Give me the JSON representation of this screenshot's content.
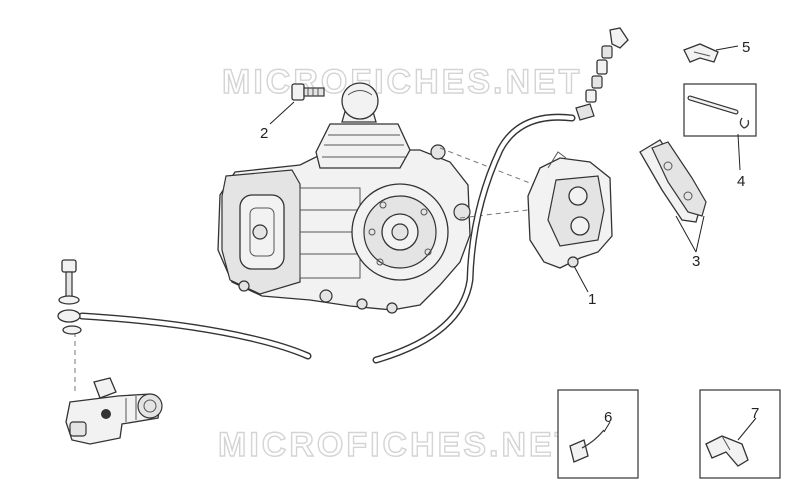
{
  "watermark": {
    "top": "MICROFICHES.NET",
    "bottom": "MICROFICHES.NET"
  },
  "callouts": {
    "c1": "1",
    "c2": "2",
    "c3": "3",
    "c4": "4",
    "c5": "5",
    "c6": "6",
    "c7": "7"
  }
}
